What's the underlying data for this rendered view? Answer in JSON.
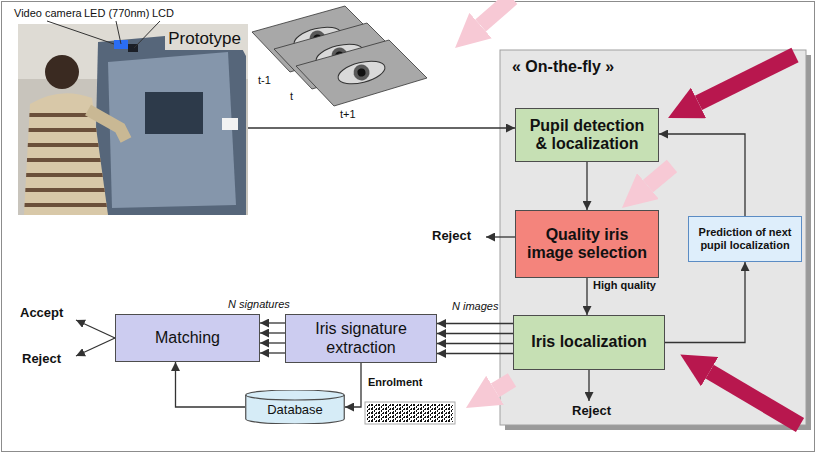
{
  "diagram": {
    "nodes": [
      {
        "text": [
          "Prototype"
        ]
      },
      {
        "text": [
          "« On-the-fly »"
        ]
      },
      {
        "text": [
          "Pupil detection & localization"
        ],
        "in": 1
      },
      {
        "text": [
          "Quality iris image selection"
        ],
        "in": 1
      },
      {
        "text": [
          "Prediction of next pupil localization"
        ],
        "in": 1
      },
      {
        "text": [
          "Iris localization"
        ],
        "in": 1
      },
      {
        "text": [
          "Matching"
        ]
      },
      {
        "text": [
          "Iris signature extraction"
        ]
      },
      {
        "text": [
          "Database"
        ]
      }
    ],
    "edges": [
      {
        "from": 0,
        "to": 2,
        "arrow": "to"
      },
      {
        "from": 2,
        "to": 3,
        "arrow": "to"
      },
      {
        "from": 3,
        "to": 5,
        "label": "High quality",
        "arrow": "to"
      },
      {
        "from": 5,
        "to": 4,
        "arrow": "to"
      },
      {
        "from": 4,
        "to": 2,
        "arrow": "to"
      },
      {
        "from": 5,
        "to": 7,
        "label": "N images",
        "arrow": "to"
      },
      {
        "from": 5,
        "to": 7,
        "arrow": "to"
      },
      {
        "from": 5,
        "to": 7,
        "arrow": "to"
      },
      {
        "from": 5,
        "to": 7,
        "arrow": "to"
      },
      {
        "from": 7,
        "to": 6,
        "label": "N signatures",
        "arrow": "to"
      },
      {
        "from": 7,
        "to": 6,
        "arrow": "to"
      },
      {
        "from": 7,
        "to": 6,
        "arrow": "to"
      },
      {
        "from": 7,
        "to": 6,
        "arrow": "to"
      },
      {
        "from": 7,
        "to": 8,
        "label": "Enrolment",
        "arrow": "to"
      },
      {
        "from": 8,
        "to": 6,
        "arrow": "to"
      }
    ],
    "labels": [
      "Video camera",
      "LED (770nm)",
      "LCD",
      "t-1",
      "t",
      "t+1",
      "Reject",
      "Accept",
      "Reject",
      "Reject"
    ]
  }
}
